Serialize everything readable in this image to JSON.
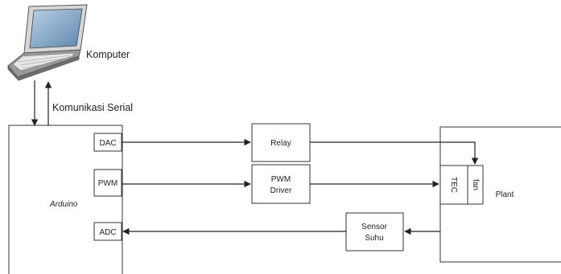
{
  "computer": {
    "label": "Komputer",
    "icon": "laptop-icon"
  },
  "link": {
    "label": "Komunikasi Serial"
  },
  "arduino": {
    "label": "Arduino",
    "ports": {
      "dac": "DAC",
      "pwm": "PWM",
      "adc": "ADC"
    }
  },
  "blocks": {
    "relay": "Relay",
    "pwm_driver_line1": "PWM",
    "pwm_driver_line2": "Driver",
    "sensor_line1": "Sensor",
    "sensor_line2": "Suhu"
  },
  "plant": {
    "label": "Plant",
    "tec": "TEC",
    "fan": "fan"
  },
  "colors": {
    "stroke": "#333333",
    "laptop_screen": "#7fa6c9",
    "laptop_body": "#8a8a8a"
  }
}
